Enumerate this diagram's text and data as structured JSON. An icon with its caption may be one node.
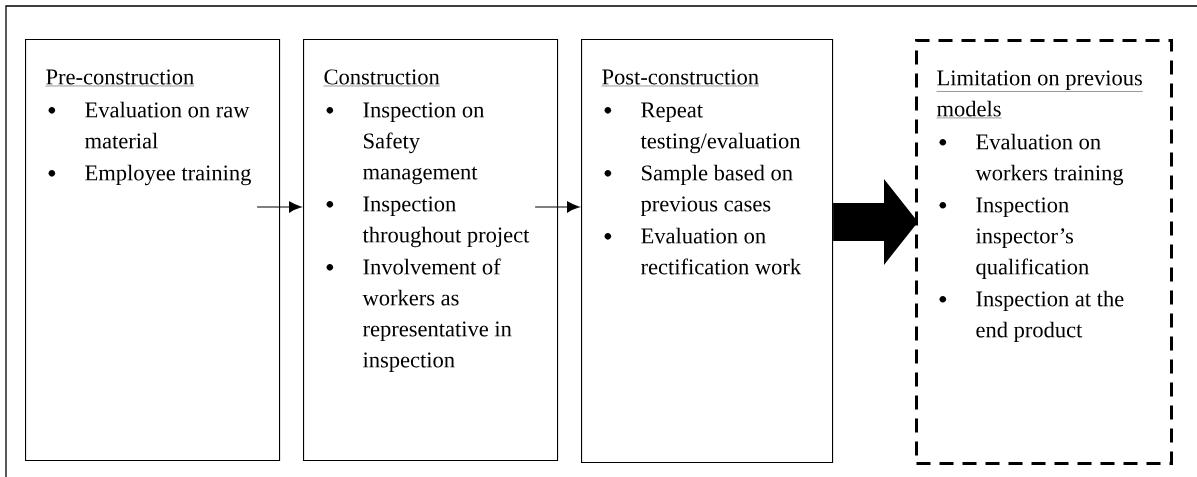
{
  "diagram": {
    "nodes": [
      {
        "text": [
          "Pre-construction",
          "Evaluation on raw material",
          "Employee training"
        ]
      },
      {
        "text": [
          "Construction",
          "Inspection on Safety management",
          "Inspection throughout project",
          "Involvement of workers as representative in inspection"
        ]
      },
      {
        "text": [
          "Post-construction",
          "Repeat testing/evaluation",
          "Sample based on previous cases",
          "Evaluation on rectification work"
        ]
      },
      {
        "text": [
          "Limitation on previous models",
          "Evaluation on workers training",
          "Inspection inspector’s qualification",
          "Inspection at the end product"
        ]
      }
    ],
    "edges": [
      {
        "from": 0,
        "to": 1,
        "arrow": "to"
      },
      {
        "from": 1,
        "to": 2,
        "arrow": "to"
      },
      {
        "from": 2,
        "to": 3,
        "arrow": "to",
        "style": "thick"
      }
    ]
  }
}
